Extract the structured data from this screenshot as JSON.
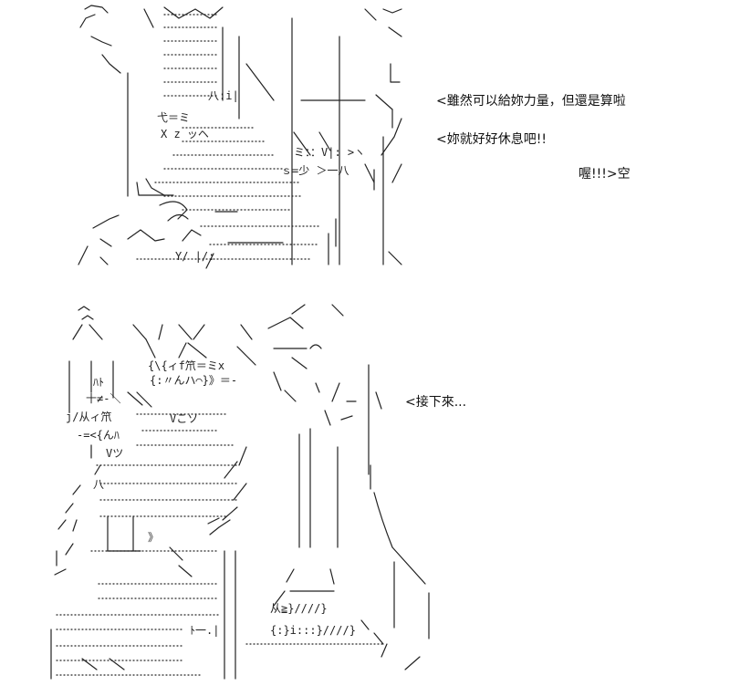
{
  "panels": [
    {
      "dialogue": [
        "<雖然可以給妳力量，但還是算啦",
        "<妳就好好休息吧!!",
        "喔!!!>空"
      ],
      "art_text": [
        "八:i|",
        "弋＝ミ",
        "X z ッヘ",
        "ミ：：V|: >ヽ",
        "ｓ=少 ＞一八",
        "Y/ |/:"
      ]
    },
    {
      "dialogue": [
        "<接下來..."
      ],
      "art_text": [
        "{\\{ィf笊＝ミx",
        "{:〃んハ⌒}》＝-",
        "ﾊﾄ",
        "十≠-＼",
        "j/从ィ笊",
        "Vこソ",
        "-=<{んﾊ",
        "Vツ",
        "八",
        "》",
        "从≧}////}",
        "{:}i:::}////}",
        "ﾄ一.|"
      ]
    }
  ]
}
